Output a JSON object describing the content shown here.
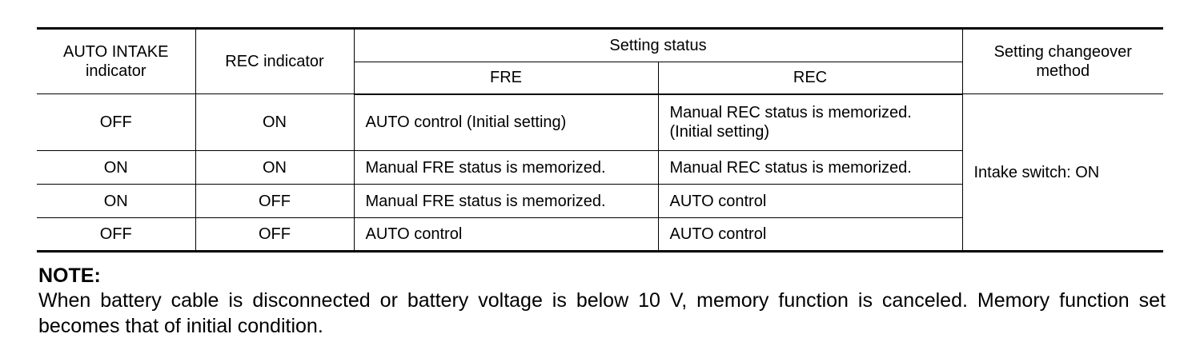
{
  "table": {
    "headers": {
      "auto_intake": "AUTO INTAKE indicator",
      "rec_indicator": "REC indicator",
      "setting_status": "Setting status",
      "fre": "FRE",
      "rec": "REC",
      "changeover": "Setting changeover method"
    },
    "rows": [
      {
        "auto_intake": "OFF",
        "rec_indicator": "ON",
        "fre": "AUTO control (Initial setting)",
        "rec": "Manual REC status is memorized. (Initial setting)"
      },
      {
        "auto_intake": "ON",
        "rec_indicator": "ON",
        "fre": "Manual FRE status is memorized.",
        "rec": "Manual REC status is memorized."
      },
      {
        "auto_intake": "ON",
        "rec_indicator": "OFF",
        "fre": "Manual FRE status is memorized.",
        "rec": "AUTO control"
      },
      {
        "auto_intake": "OFF",
        "rec_indicator": "OFF",
        "fre": "AUTO control",
        "rec": "AUTO control"
      }
    ],
    "changeover_value": "Intake switch: ON"
  },
  "note": {
    "heading": "NOTE:",
    "text": "When battery cable is disconnected or battery voltage is below 10 V, memory function is canceled. Memory function set becomes that of initial condition."
  }
}
